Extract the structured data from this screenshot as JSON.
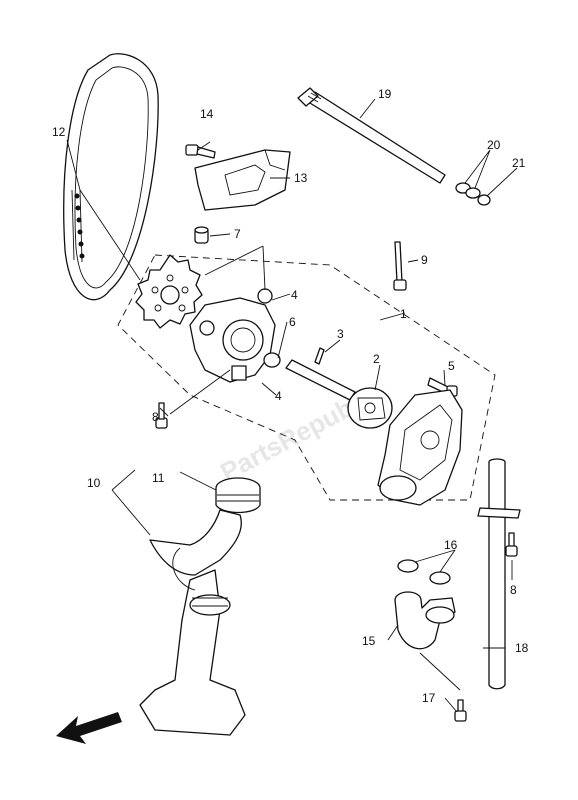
{
  "watermark": "PartsRepublik",
  "callouts": {
    "c1": "1",
    "c2": "2",
    "c3": "3",
    "c4a": "4",
    "c4b": "4",
    "c5": "5",
    "c6": "6",
    "c7": "7",
    "c8a": "8",
    "c8b": "8",
    "c9": "9",
    "c10": "10",
    "c11": "11",
    "c12": "12",
    "c13": "13",
    "c14": "14",
    "c15": "15",
    "c16": "16",
    "c17": "17",
    "c18": "18",
    "c19": "19",
    "c20": "20",
    "c21": "21"
  },
  "colors": {
    "line": "#111111",
    "background": "#ffffff",
    "watermark": "#d6d6d6"
  },
  "icons": {
    "direction_arrow": "front-arrow-icon"
  }
}
